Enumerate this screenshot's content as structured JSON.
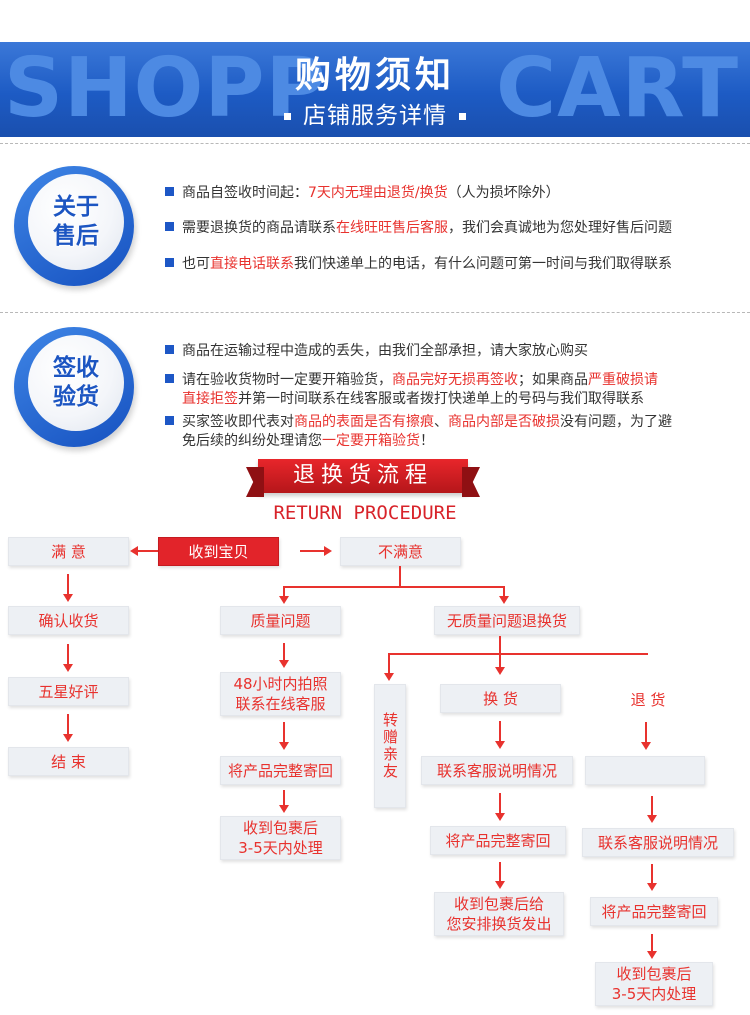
{
  "banner": {
    "bg_left": "SHOPP",
    "bg_right": "CART",
    "title": "购物须知",
    "subtitle": "店铺服务详情"
  },
  "after_sale": {
    "badge_line1": "关于",
    "badge_line2": "售后",
    "item1": {
      "a": "商品自签收时间起：",
      "b": "7天内无理由退货/换货",
      "c": "（人为损坏除外）"
    },
    "item2": {
      "a": "需要退换货的商品请联系",
      "b": "在线旺旺售后客服",
      "c": "，我们会真诚地为您处理好售后问题"
    },
    "item3": {
      "a": "也可",
      "b": "直接电话联系",
      "c": "我们快递单上的电话，有什么问题可第一时间与我们取得联系"
    }
  },
  "inspection": {
    "badge_line1": "签收",
    "badge_line2": "验货",
    "item1": "商品在运输过程中造成的丢失，由我们全部承担，请大家放心购买",
    "item2": {
      "a": "请在验收货物时一定要开箱验货，",
      "b": "商品完好无损再签收",
      "c": "；如果商品",
      "d": "严重破损请",
      "e": "直接拒签",
      "f": "并第一时间联系在线客服或者拨打快递单上的号码与我们取得联系"
    },
    "item3": {
      "a": "买家签收即代表对",
      "b": "商品的表面是否有擦痕",
      "c": "、",
      "d": "商品内部是否破损",
      "e": "没有问题，为了避",
      "f": "免后续的纠纷处理请您",
      "g": "一定要开箱验货",
      "h": "！"
    }
  },
  "procedure": {
    "title": "退换货流程",
    "subtitle": "RETURN PROCEDURE",
    "received": "收到宝贝",
    "satisfied": "满 意",
    "unsatisfied": "不满意",
    "confirm": "确认收货",
    "five_star": "五星好评",
    "end": "结 束",
    "quality": "质量问题",
    "photo_1": "48小时内拍照",
    "photo_2": "联系在线客服",
    "send_back": "将产品完整寄回",
    "process_1": "收到包裹后",
    "process_2": "3-5天内处理",
    "no_quality": "无质量问题退换货",
    "gift": "转赠亲友",
    "exchange": "换 货",
    "refund": "退 货",
    "contact_cs": "联系客服说明情况",
    "exchange_send_back": "将产品完整寄回",
    "arrange_1": "收到包裹后给",
    "arrange_2": "您安排换货发出",
    "refund_contact": "联系客服说明情况",
    "refund_send_back": "将产品完整寄回",
    "refund_process_1": "收到包裹后",
    "refund_process_2": "3-5天内处理"
  }
}
